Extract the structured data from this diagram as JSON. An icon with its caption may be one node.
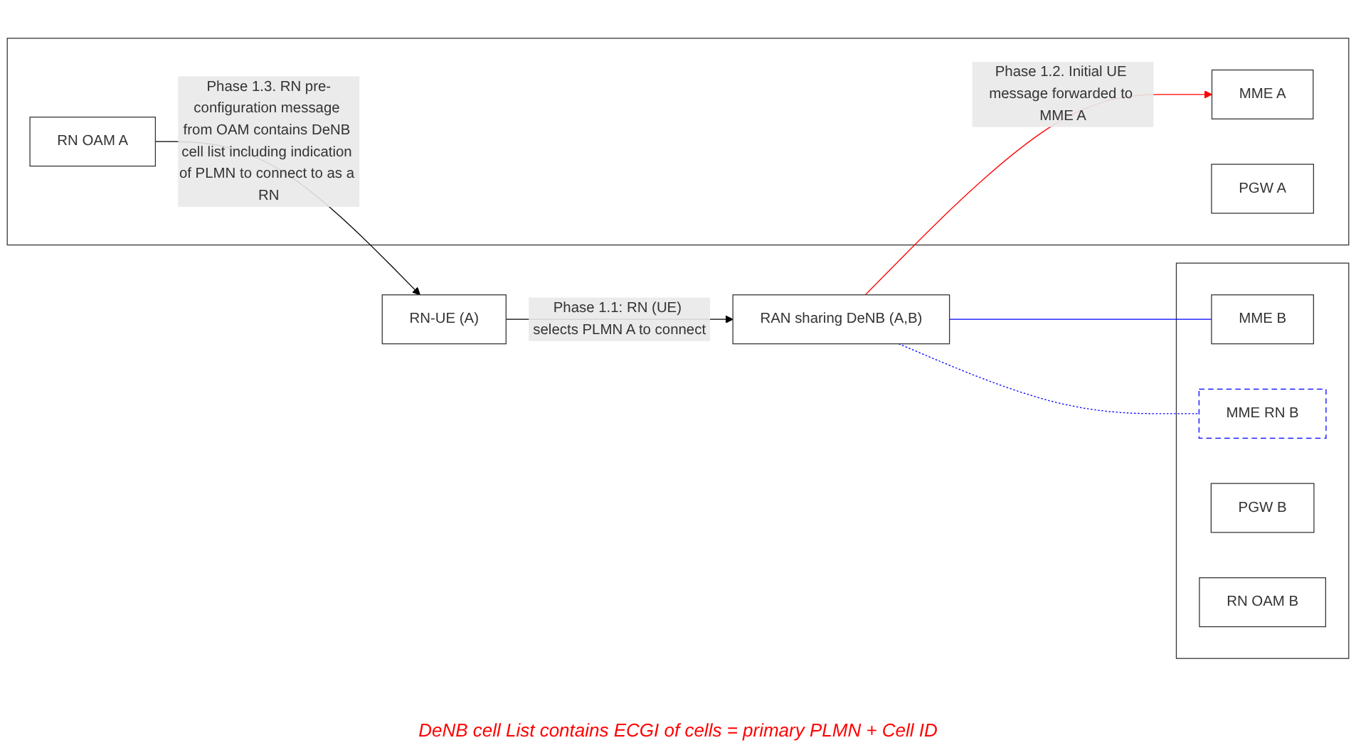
{
  "diagram": {
    "nodes": [
      {
        "text": [
          "RAN sharing DeNB (A,B)"
        ]
      },
      {
        "text": [
          "RN-UE (A)"
        ]
      },
      {
        "text": [],
        "shape": "box"
      },
      {
        "text": [
          "MME A"
        ],
        "in": 2
      },
      {
        "text": [
          "PGW A"
        ],
        "in": 2
      },
      {
        "text": [
          "RN OAM A"
        ],
        "in": 2
      },
      {
        "text": [],
        "shape": "box"
      },
      {
        "text": [
          "MME B"
        ],
        "in": 6
      },
      {
        "text": [
          "MME RN B"
        ],
        "in": 6
      },
      {
        "text": [
          "PGW B"
        ],
        "in": 6
      },
      {
        "text": [
          "RN OAM B"
        ],
        "in": 6
      }
    ],
    "edges": [
      {
        "from": 1,
        "to": 0,
        "arrow": "to",
        "label": "Phase 1.1: RN (UE) selects PLMN A to connect"
      },
      {
        "from": 0,
        "to": 3,
        "arrow": "to",
        "color": "#ff0000",
        "label": "Phase 1.2. Initial UE message forwarded to MME A"
      },
      {
        "from": 5,
        "to": 1,
        "arrow": "to",
        "label": "Phase 1.3. RN pre-configuration message from OAM contains DeNB cell list including indication of PLMN to connect to as a RN"
      },
      {
        "from": 0,
        "to": 7,
        "arrow": "none",
        "color": "#0000ff"
      },
      {
        "from": 0,
        "to": 8,
        "arrow": "none",
        "style": "dashed",
        "color": "#0000ff"
      }
    ],
    "labels": [
      "DeNB cell List contains ECGI of cells = primary PLMN + Cell ID"
    ]
  }
}
